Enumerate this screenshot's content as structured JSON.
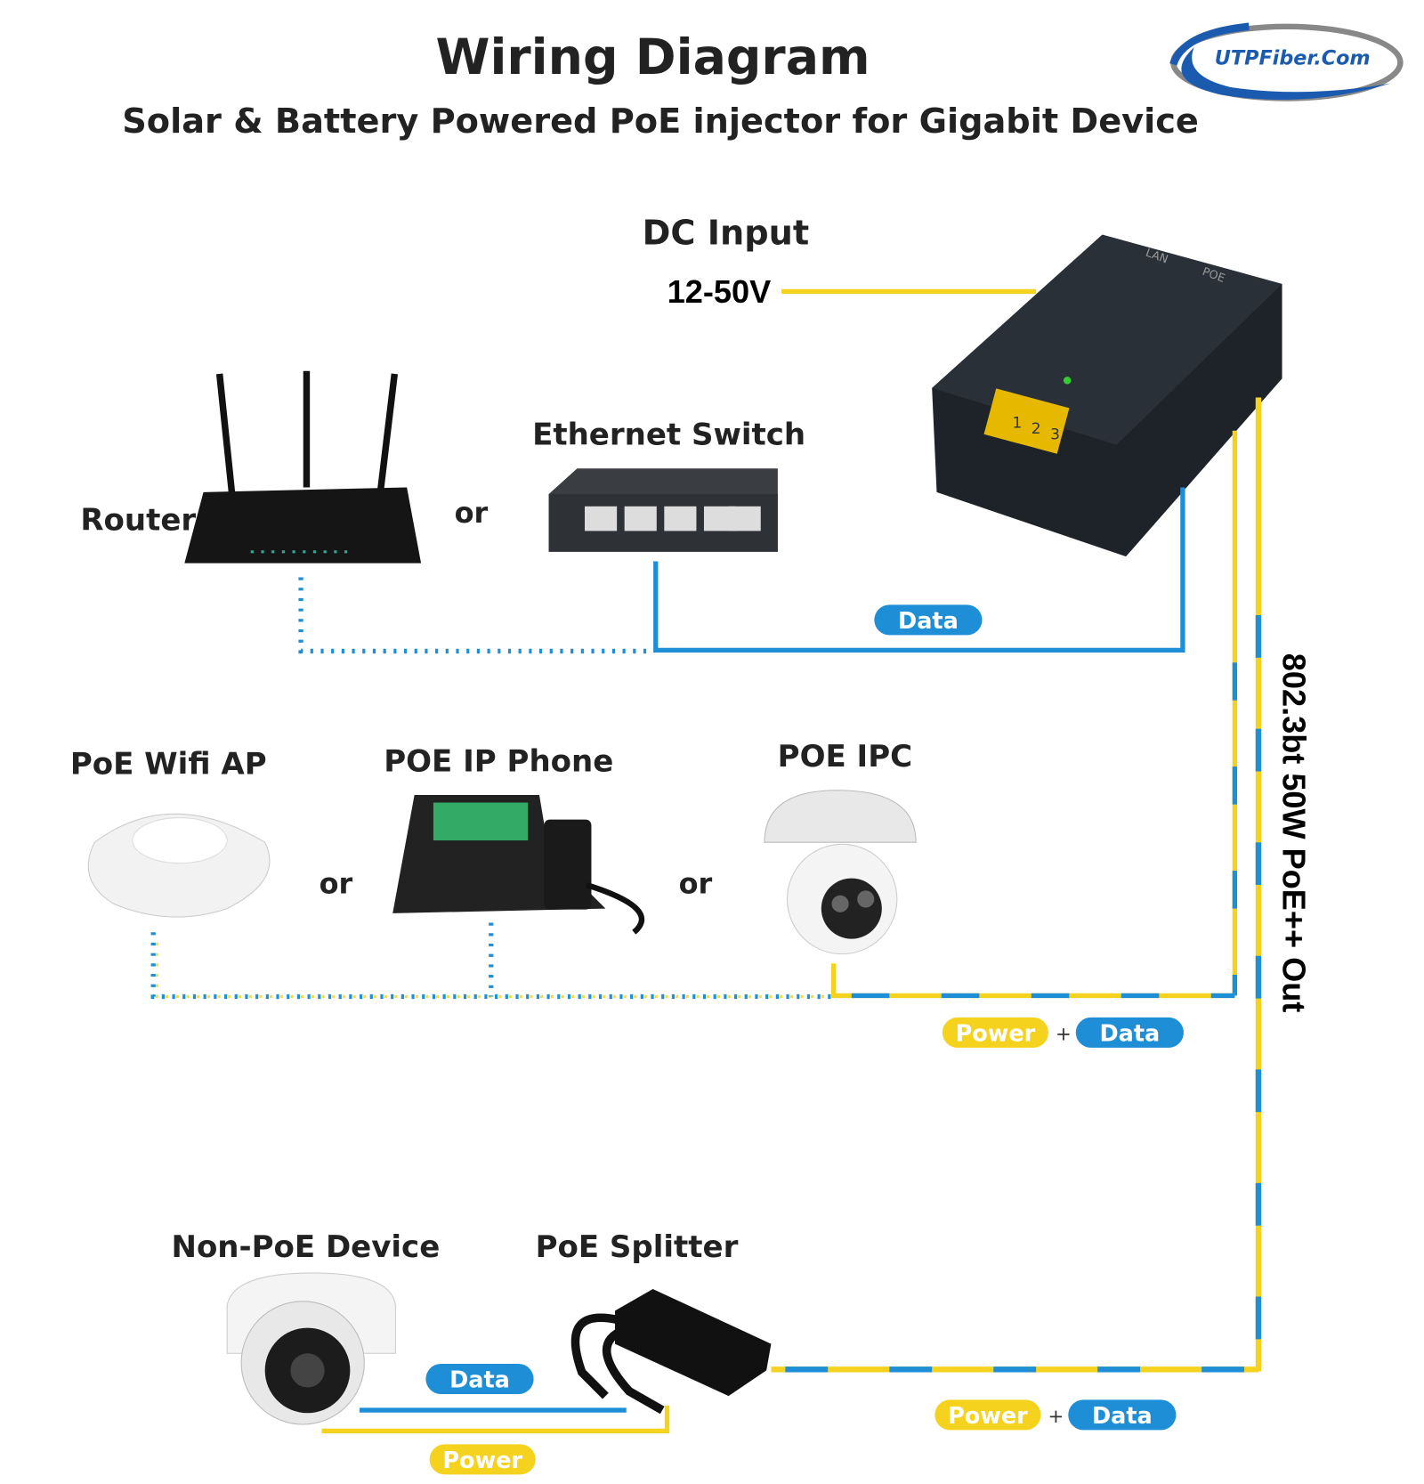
{
  "header": {
    "title": "Wiring Diagram",
    "subtitle": "Solar & Battery Powered PoE injector for Gigabit Device"
  },
  "logo": {
    "text": "UTPFiber.Com"
  },
  "injector": {
    "input_label": "DC Input",
    "voltage": "12-50V",
    "port_labels": [
      "LAN",
      "POE"
    ],
    "terminal_numbers": [
      "1",
      "2",
      "3"
    ],
    "output_label": "802.3bt 50W PoE++ Out"
  },
  "uplink": {
    "router": "Router",
    "or": "or",
    "switch": "Ethernet Switch",
    "data_pill": "Data"
  },
  "poe_devices": {
    "ap": "PoE Wifi AP",
    "or1": "or",
    "phone": "POE IP Phone",
    "or2": "or",
    "ipc": "POE IPC",
    "power_pill": "Power",
    "plus": "+",
    "data_pill": "Data"
  },
  "non_poe": {
    "device": "Non-PoE Device",
    "splitter": "PoE Splitter",
    "data_pill": "Data",
    "power_pill": "Power",
    "out_power_pill": "Power",
    "plus": "+",
    "out_data_pill": "Data"
  },
  "colors": {
    "power": "#f5d21e",
    "data": "#1e8fd6",
    "logo_blue": "#1a5bb0"
  }
}
